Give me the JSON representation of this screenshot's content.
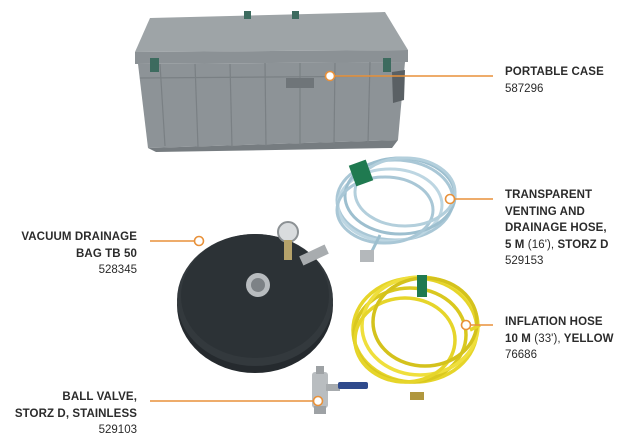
{
  "accent_color": "#e8913a",
  "items": [
    {
      "id": "case",
      "title": "PORTABLE CASE",
      "number": "587296"
    },
    {
      "id": "vent-hose",
      "title_lines": [
        "TRANSPARENT",
        "VENTING AND",
        "DRAINAGE HOSE,"
      ],
      "last_line_bold": "5 m",
      "last_line_unit": " (16'),",
      "last_line_rest": " STORZ D",
      "number": "529153"
    },
    {
      "id": "bag",
      "title_lines": [
        "VACUUM DRAINAGE",
        "BAG TB 50"
      ],
      "number": "528345"
    },
    {
      "id": "inflation-hose",
      "title_line": "INFLATION HOSE",
      "last_line_bold": "10 m",
      "last_line_unit": " (33'),",
      "last_line_rest": " YELLOW",
      "number": "76686"
    },
    {
      "id": "ball-valve",
      "title_lines": [
        "BALL VALVE,",
        "STORZ D, STAINLESS"
      ],
      "number": "529103"
    }
  ]
}
